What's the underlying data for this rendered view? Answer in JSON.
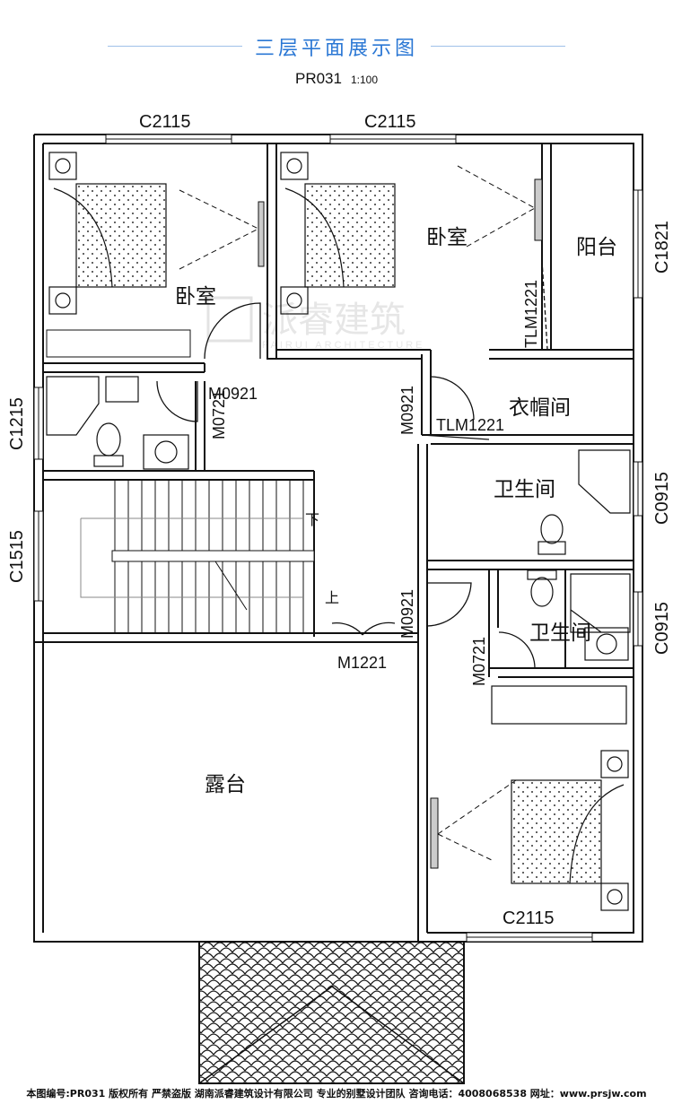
{
  "header": {
    "title": "三层平面展示图",
    "plan_code": "PR031",
    "scale": "1:100"
  },
  "rooms": {
    "bedroom_nw": "卧室",
    "bedroom_ne": "卧室",
    "balcony": "阳台",
    "cloakroom": "衣帽间",
    "bathroom_east": "卫生间",
    "bathroom_se": "卫生间",
    "terrace": "露台",
    "stair_down": "下",
    "stair_up": "上"
  },
  "labels": {
    "window_c2115_nw": "C2115",
    "window_c2115_ne": "C2115",
    "window_c2115_s": "C2115",
    "window_c1821": "C1821",
    "window_c1215": "C1215",
    "window_c1515": "C1515",
    "window_c0915_a": "C0915",
    "window_c0915_b": "C0915",
    "door_m0921_a": "M0921",
    "door_m0721_a": "M0721",
    "door_m0921_b": "M0921",
    "door_m0921_c": "M0921",
    "door_m0721_b": "M0721",
    "door_m1221": "M1221",
    "door_tlm1221_a": "TLM1221",
    "door_tlm1221_b": "TLM1221"
  },
  "watermark": {
    "brand": "派睿建筑",
    "sub": "PAIRUI ARCHITECTURE"
  },
  "footer": {
    "text": "本图编号:PR031 版权所有 严禁盗版 湖南派睿建筑设计有限公司 专业的别墅设计团队 咨询电话：4008068538 网址：www.prsjw.com"
  }
}
